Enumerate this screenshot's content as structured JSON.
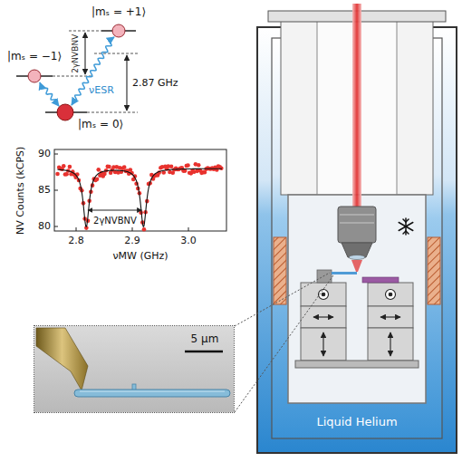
{
  "diagram": {
    "nodes": [
      {
        "text": [
          "5 μm"
        ]
      },
      {
        "text": [
          "Liquid Helium"
        ]
      }
    ],
    "labels": [
      "|mₛ = +1⟩",
      "|mₛ = −1⟩",
      "|mₛ = 0⟩",
      "2γNVBNV",
      "2.87 GHz",
      "νESR",
      "90",
      "85",
      "80",
      "NV Counts (kCPS)",
      "2.8",
      "2.9",
      "3.0",
      "νMW (GHz)",
      "2γNVBNV"
    ]
  }
}
